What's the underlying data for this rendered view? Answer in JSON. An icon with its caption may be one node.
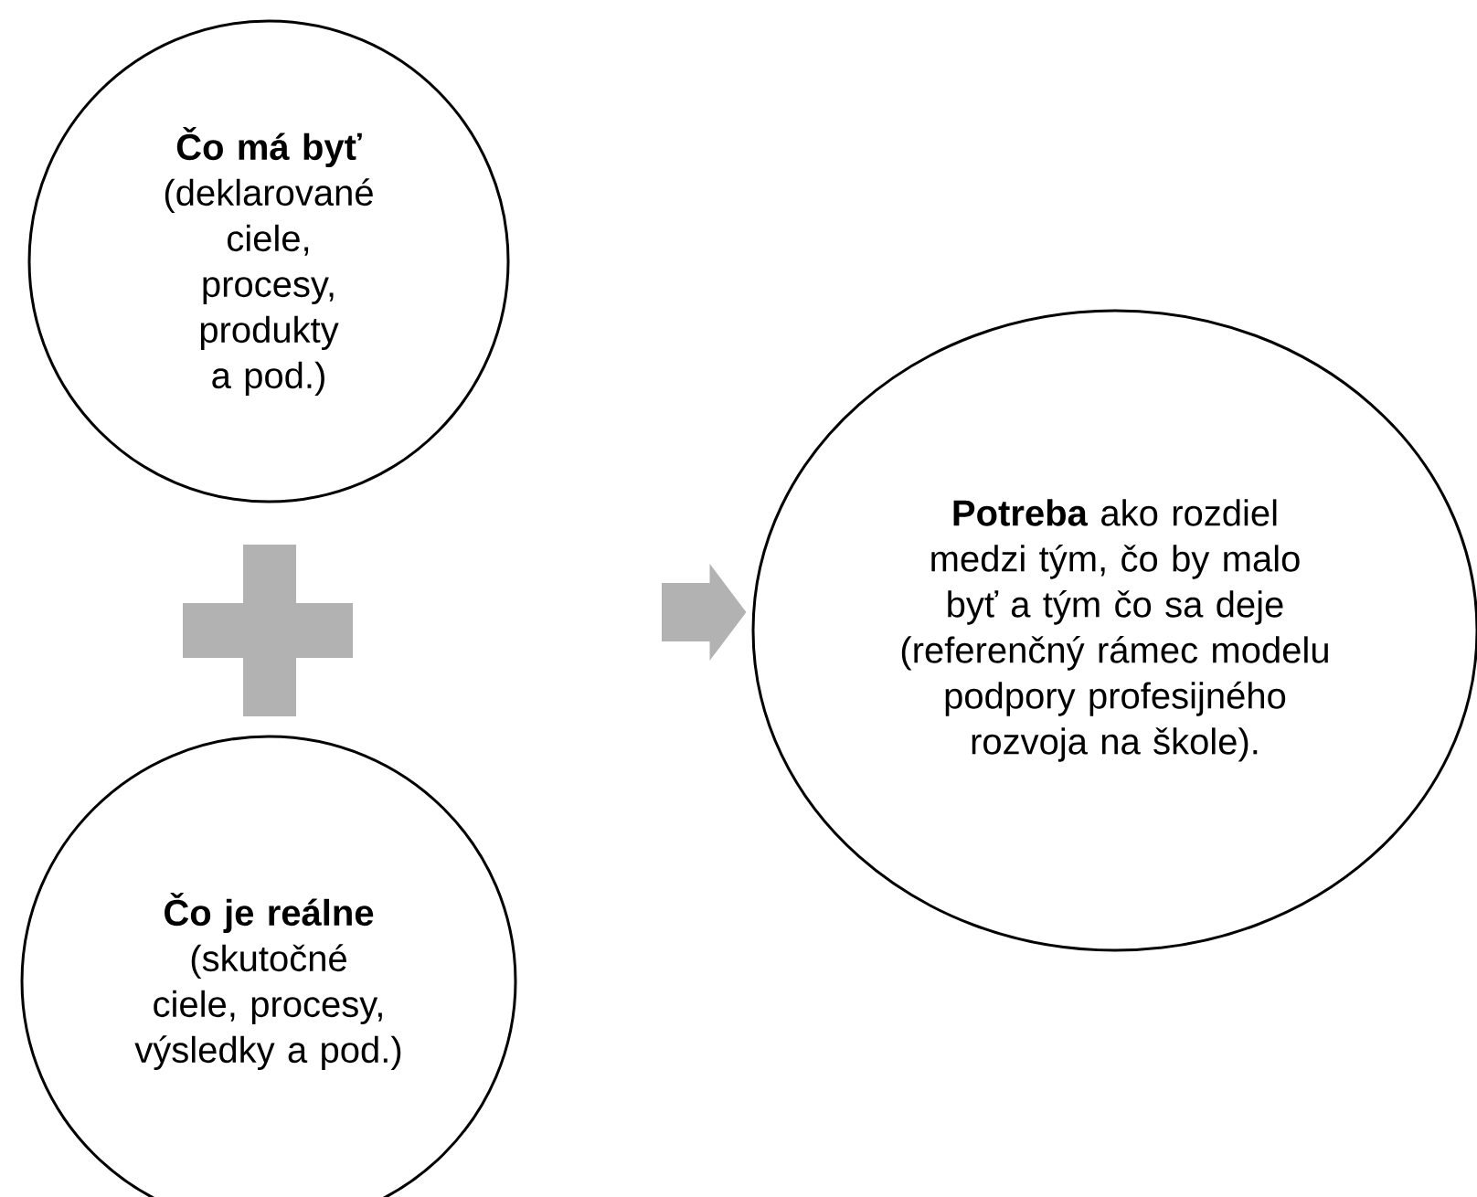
{
  "diagram": {
    "nodes": [
      {
        "text": [
          "Čo má byť",
          "(deklarované ciele, procesy, produkty a pod.)"
        ]
      },
      {
        "text": [
          "Čo je reálne",
          "(skutočné ciele, procesy, výsledky a pod.)"
        ]
      },
      {
        "text": [
          "**Potreba** ako rozdiel medzi tým, čo by malo byť a tým čo sa deje (referenčný rámec modelu podpory profesijného rozvoja na škole)."
        ]
      }
    ],
    "edges": [
      {
        "from": null,
        "to": 2,
        "arrow": "to"
      }
    ]
  }
}
